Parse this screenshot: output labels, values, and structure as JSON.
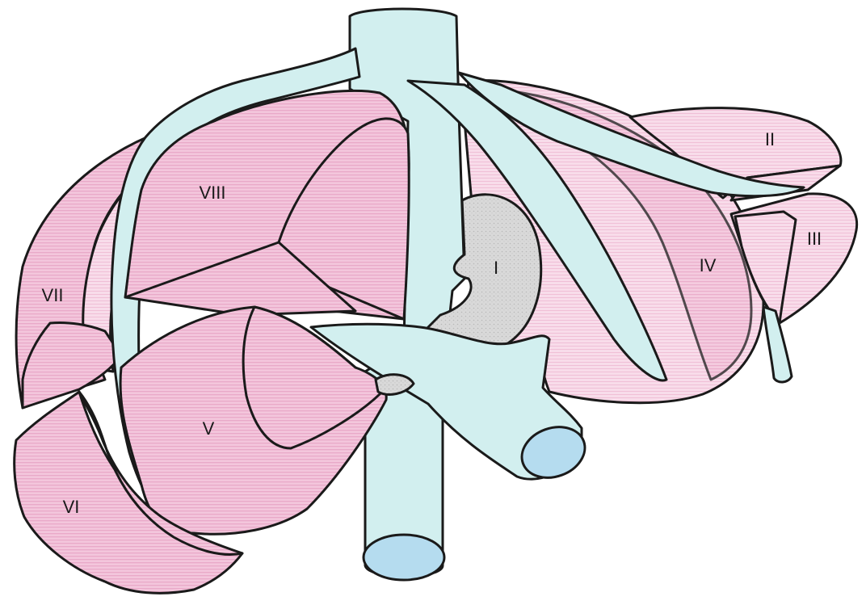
{
  "diagram": {
    "segments": [
      {
        "id": "I",
        "label": "I"
      },
      {
        "id": "II",
        "label": "II"
      },
      {
        "id": "III",
        "label": "III"
      },
      {
        "id": "IV",
        "label": "IV"
      },
      {
        "id": "V",
        "label": "V"
      },
      {
        "id": "VI",
        "label": "VI"
      },
      {
        "id": "VII",
        "label": "VII"
      },
      {
        "id": "VIII",
        "label": "VIII"
      }
    ],
    "colors": {
      "segment": "#f3c6dc",
      "segment_light": "#f8dcea",
      "segment_stripe": "#e9a9c8",
      "vessel": "#d2efef",
      "vessel_lumen": "#b5dcef",
      "caudate": "#d9d9d9",
      "outline": "#1a1a1a",
      "background": "#ffffff"
    }
  }
}
